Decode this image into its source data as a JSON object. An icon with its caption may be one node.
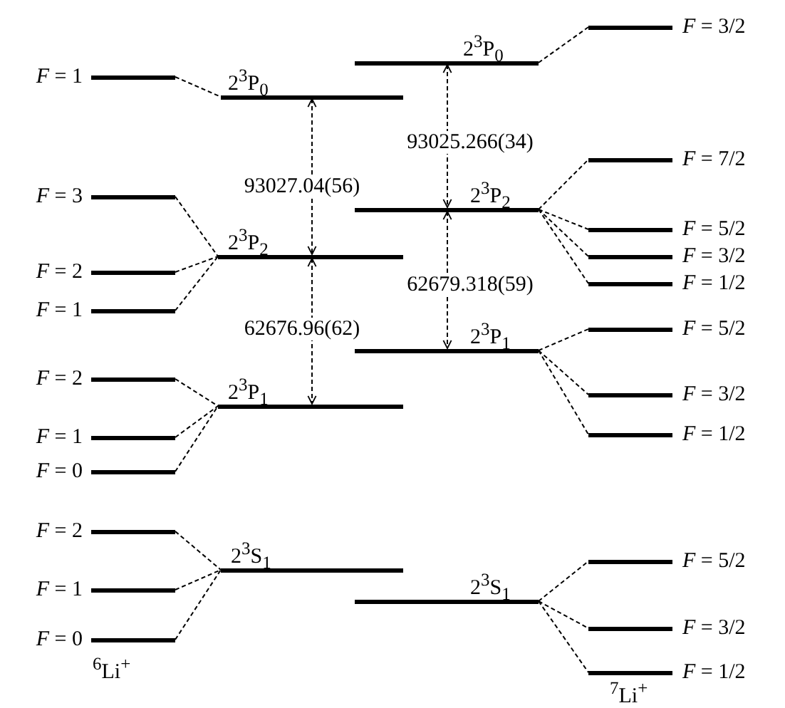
{
  "diagram": {
    "nodes": [
      {
        "text": [
          "*F* = 1"
        ]
      },
      {
        "text": [
          "2$^{3}$P$_{0}$"
        ]
      },
      {
        "text": [
          "2$^{3}$P$_{0}$"
        ]
      },
      {
        "text": [
          "*F* = 3/2"
        ]
      },
      {
        "text": [
          "*F* = 3"
        ]
      },
      {
        "text": [
          "*F* = 2"
        ]
      },
      {
        "text": [
          "*F* = 1"
        ]
      },
      {
        "text": [
          "2$^{3}$P$_{2}$"
        ]
      },
      {
        "text": [
          "2$^{3}$P$_{2}$"
        ]
      },
      {
        "text": [
          "*F* = 7/2"
        ]
      },
      {
        "text": [
          "*F* = 5/2"
        ]
      },
      {
        "text": [
          "*F* = 3/2"
        ]
      },
      {
        "text": [
          "*F* = 1/2"
        ]
      },
      {
        "text": [
          "*F* = 2"
        ]
      },
      {
        "text": [
          "*F* = 1"
        ]
      },
      {
        "text": [
          "*F* = 0"
        ]
      },
      {
        "text": [
          "2$^{3}$P$_{1}$"
        ]
      },
      {
        "text": [
          "2$^{3}$P$_{1}$"
        ]
      },
      {
        "text": [
          "*F* = 5/2"
        ]
      },
      {
        "text": [
          "*F* = 3/2"
        ]
      },
      {
        "text": [
          "*F* = 1/2"
        ]
      },
      {
        "text": [
          "*F* = 2"
        ]
      },
      {
        "text": [
          "*F* = 1"
        ]
      },
      {
        "text": [
          "*F* = 0"
        ]
      },
      {
        "text": [
          "2$^{3}$S$_{1}$"
        ]
      },
      {
        "text": [
          "2$^{3}$S$_{1}$"
        ]
      },
      {
        "text": [
          "*F* = 5/2"
        ]
      },
      {
        "text": [
          "*F* = 3/2"
        ]
      },
      {
        "text": [
          "*F* = 1/2"
        ]
      }
    ],
    "edges": [
      {
        "from": 0,
        "to": 1,
        "arrow": "none",
        "style": "dashed"
      },
      {
        "from": 2,
        "to": 3,
        "arrow": "none",
        "style": "dashed"
      },
      {
        "from": 4,
        "to": 7,
        "arrow": "none",
        "style": "dashed"
      },
      {
        "from": 5,
        "to": 7,
        "arrow": "none",
        "style": "dashed"
      },
      {
        "from": 6,
        "to": 7,
        "arrow": "none",
        "style": "dashed"
      },
      {
        "from": 8,
        "to": 9,
        "arrow": "none",
        "style": "dashed"
      },
      {
        "from": 8,
        "to": 10,
        "arrow": "none",
        "style": "dashed"
      },
      {
        "from": 8,
        "to": 11,
        "arrow": "none",
        "style": "dashed"
      },
      {
        "from": 8,
        "to": 12,
        "arrow": "none",
        "style": "dashed"
      },
      {
        "from": 13,
        "to": 16,
        "arrow": "none",
        "style": "dashed"
      },
      {
        "from": 14,
        "to": 16,
        "arrow": "none",
        "style": "dashed"
      },
      {
        "from": 15,
        "to": 16,
        "arrow": "none",
        "style": "dashed"
      },
      {
        "from": 17,
        "to": 18,
        "arrow": "none",
        "style": "dashed"
      },
      {
        "from": 17,
        "to": 19,
        "arrow": "none",
        "style": "dashed"
      },
      {
        "from": 17,
        "to": 20,
        "arrow": "none",
        "style": "dashed"
      },
      {
        "from": 21,
        "to": 24,
        "arrow": "none",
        "style": "dashed"
      },
      {
        "from": 22,
        "to": 24,
        "arrow": "none",
        "style": "dashed"
      },
      {
        "from": 23,
        "to": 24,
        "arrow": "none",
        "style": "dashed"
      },
      {
        "from": 25,
        "to": 26,
        "arrow": "none",
        "style": "dashed"
      },
      {
        "from": 25,
        "to": 27,
        "arrow": "none",
        "style": "dashed"
      },
      {
        "from": 25,
        "to": 28,
        "arrow": "none",
        "style": "dashed"
      },
      {
        "from": 1,
        "to": 7,
        "arrow": "both",
        "style": "dashed",
        "label": "93027.04(56)"
      },
      {
        "from": 7,
        "to": 16,
        "arrow": "both",
        "style": "dashed",
        "label": "62676.96(62)"
      },
      {
        "from": 2,
        "to": 8,
        "arrow": "both",
        "style": "dashed",
        "label": "93025.266(34)"
      },
      {
        "from": 8,
        "to": 17,
        "arrow": "both",
        "style": "dashed",
        "label": "62679.318(59)"
      }
    ],
    "labels": [
      "$^{6}$Li$^{+}$",
      "$^{7}$Li$^{+}$"
    ]
  }
}
